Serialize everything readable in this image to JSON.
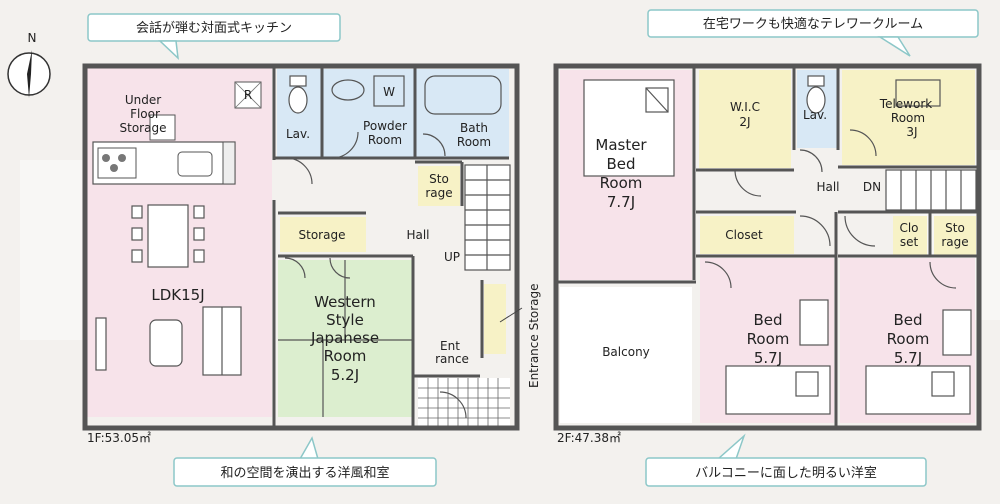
{
  "captions": {
    "kitchen": "会話が弾む対面式キッチン",
    "telework": "在宅ワークも快適なテレワークルーム",
    "japanese": "和の空間を演出する洋風和室",
    "balcony": "バルコニーに面した明るい洋室"
  },
  "compass": {
    "north": "N"
  },
  "floor1": {
    "area": "1F:53.05㎡",
    "rooms": {
      "ldk": "LDK15J",
      "under_floor": [
        "Under",
        "Floor",
        "Storage"
      ],
      "r_mark": "R",
      "lav": "Lav.",
      "washer": "W",
      "powder": [
        "Powder",
        "Room"
      ],
      "bath": [
        "Bath",
        "Room"
      ],
      "storage_small": [
        "Sto",
        "rage"
      ],
      "storage": "Storage",
      "hall": "Hall",
      "up": "UP",
      "japanese": [
        "Western",
        "Style",
        "Japanese",
        "Room",
        "5.2J"
      ],
      "entrance": [
        "Ent",
        "rance"
      ],
      "entrance_storage": "Entrance Storage"
    }
  },
  "floor2": {
    "area": "2F:47.38㎡",
    "rooms": {
      "master": [
        "Master",
        "Bed",
        "Room",
        "7.7J"
      ],
      "wic": [
        "W.I.C",
        "2J"
      ],
      "lav": "Lav.",
      "telework": [
        "Telework",
        "Room",
        "3J"
      ],
      "hall": "Hall",
      "dn": "DN",
      "closet": "Closet",
      "closet_small": [
        "Clo",
        "set"
      ],
      "storage_small": [
        "Sto",
        "rage"
      ],
      "balcony": "Balcony",
      "bed1": [
        "Bed",
        "Room",
        "5.7J"
      ],
      "bed2": [
        "Bed",
        "Room",
        "5.7J"
      ]
    }
  }
}
